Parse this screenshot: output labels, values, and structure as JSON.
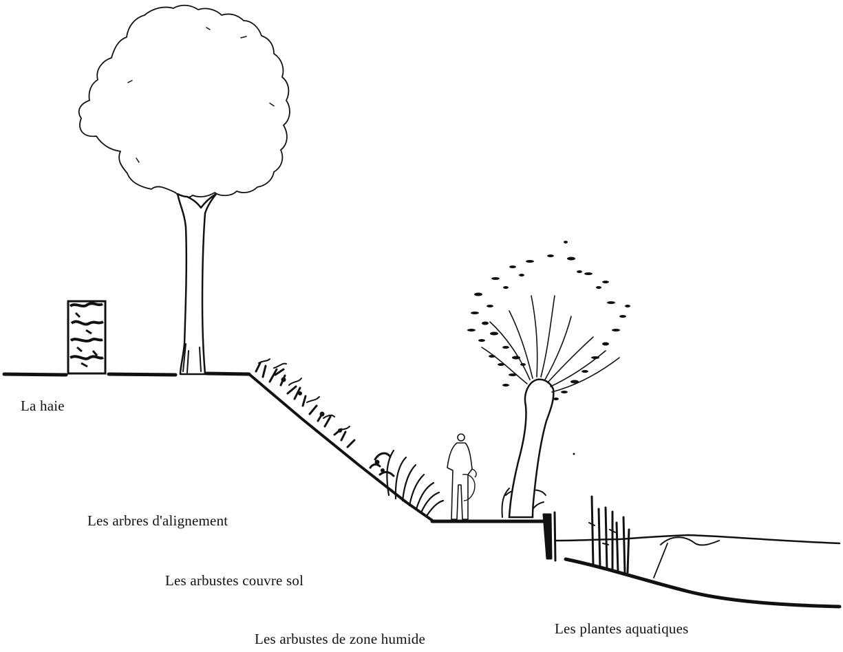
{
  "diagram": {
    "labels": {
      "haie": "La haie",
      "arbres_alignement": "Les arbres d'alignement",
      "arbustes_couvre_sol": "Les arbustes couvre sol",
      "arbustes_zone_humide": "Les arbustes de zone humide",
      "plantes_aquatiques": "Les plantes aquatiques"
    },
    "colors": {
      "ink": "#111111",
      "background": "#ffffff"
    }
  }
}
